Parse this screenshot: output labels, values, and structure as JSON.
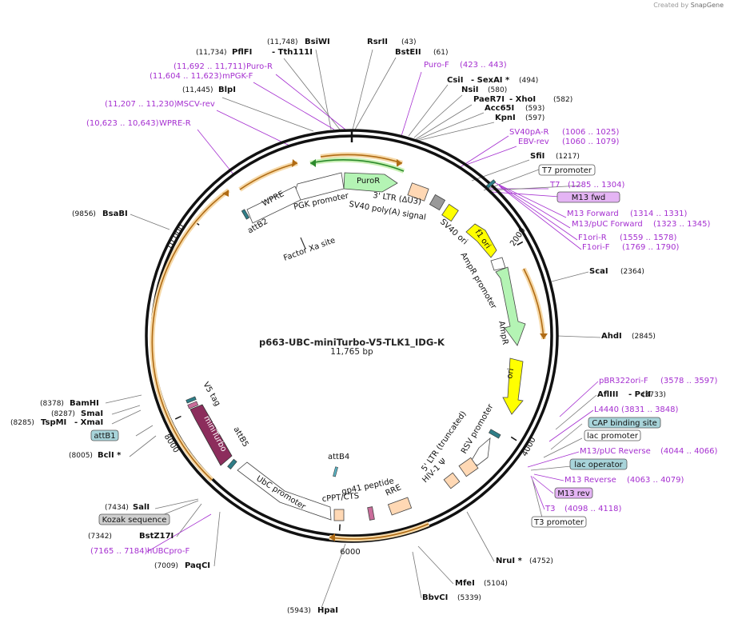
{
  "credit": {
    "prefix": "Created by",
    "brand": "SnapGene"
  },
  "plasmid": {
    "name": "p663-UBC-miniTurbo-V5-TLK1_IDG-K",
    "length": "11,765 bp"
  },
  "ruler_ticks": [
    "2000",
    "4000",
    "6000",
    "8000",
    "10,000"
  ],
  "colors": {
    "enzyme_leader": "#777777",
    "primer": "#a52fd0",
    "feature_green": "#b4f4b4",
    "feature_yellow": "#ffff00",
    "feature_peach": "#ffd8b4",
    "miniturbo": "#8c2d5c",
    "orf_arrow": "#e09b2d",
    "badge_blue": "#a8d4da",
    "badge_purple": "#e4b4f4"
  },
  "labels": [
    {
      "text": "(11,748)",
      "style": "pos"
    },
    {
      "text": "BsiWI",
      "style": "enz"
    },
    {
      "text": "RsrII",
      "style": "enz"
    },
    {
      "text": "(43)",
      "style": "pos"
    },
    {
      "text": "(11,734)",
      "style": "pos"
    },
    {
      "text": "PflFI",
      "style": "enz"
    },
    {
      "text": "- Tth111I",
      "style": "enz"
    },
    {
      "text": "BstEII",
      "style": "enz"
    },
    {
      "text": "(61)",
      "style": "pos"
    },
    {
      "text": "(11,692 .. 11,711)",
      "style": "prim"
    },
    {
      "text": "Puro-R",
      "style": "prim"
    },
    {
      "text": "(11,604 .. 11,623)",
      "style": "prim"
    },
    {
      "text": "mPGK-F",
      "style": "prim"
    },
    {
      "text": "Puro-F",
      "style": "prim"
    },
    {
      "text": "(423 .. 443)",
      "style": "prim"
    },
    {
      "text": "CsiI",
      "style": "enz"
    },
    {
      "text": "- SexAI *",
      "style": "enz"
    },
    {
      "text": "(494)",
      "style": "pos"
    },
    {
      "text": "(11,445)",
      "style": "pos"
    },
    {
      "text": "BlpI",
      "style": "enz"
    },
    {
      "text": "NsiI",
      "style": "enz"
    },
    {
      "text": "(580)",
      "style": "pos"
    },
    {
      "text": "PaeR7I",
      "style": "enz"
    },
    {
      "text": "- XhoI",
      "style": "enz"
    },
    {
      "text": "(582)",
      "style": "pos"
    },
    {
      "text": "(11,207 .. 11,230)",
      "style": "prim"
    },
    {
      "text": "MSCV-rev",
      "style": "prim"
    },
    {
      "text": "Acc65I",
      "style": "enz"
    },
    {
      "text": "(593)",
      "style": "pos"
    },
    {
      "text": "KpnI",
      "style": "enz"
    },
    {
      "text": "(597)",
      "style": "pos"
    },
    {
      "text": "(10,623 .. 10,643)",
      "style": "prim"
    },
    {
      "text": "WPRE-R",
      "style": "prim"
    },
    {
      "text": "SV40pA-R",
      "style": "prim"
    },
    {
      "text": "(1006 .. 1025)",
      "style": "prim"
    },
    {
      "text": "EBV-rev",
      "style": "prim"
    },
    {
      "text": "(1060 .. 1079)",
      "style": "prim"
    },
    {
      "text": "SfiI",
      "style": "enz"
    },
    {
      "text": "(1217)",
      "style": "pos"
    },
    {
      "text": "T7",
      "style": "prim"
    },
    {
      "text": "(1285 .. 1304)",
      "style": "prim"
    },
    {
      "text": "M13 Forward",
      "style": "prim"
    },
    {
      "text": "(1314 .. 1331)",
      "style": "prim"
    },
    {
      "text": "M13/pUC Forward",
      "style": "prim"
    },
    {
      "text": "(1323 .. 1345)",
      "style": "prim"
    },
    {
      "text": "(9856)",
      "style": "pos"
    },
    {
      "text": "BsaBI",
      "style": "enz"
    },
    {
      "text": "F1ori-R",
      "style": "prim"
    },
    {
      "text": "(1559 .. 1578)",
      "style": "prim"
    },
    {
      "text": "F1ori-F",
      "style": "prim"
    },
    {
      "text": "(1769 .. 1790)",
      "style": "prim"
    },
    {
      "text": "ScaI",
      "style": "enz"
    },
    {
      "text": "(2364)",
      "style": "pos"
    },
    {
      "text": "AhdI",
      "style": "enz"
    },
    {
      "text": "(2845)",
      "style": "pos"
    },
    {
      "text": "pBR322ori-F",
      "style": "prim"
    },
    {
      "text": "(3578 .. 3597)",
      "style": "prim"
    },
    {
      "text": "AflIII",
      "style": "enz"
    },
    {
      "text": "- PciI",
      "style": "enz"
    },
    {
      "text": "(3733)",
      "style": "pos"
    },
    {
      "text": "L4440",
      "style": "prim"
    },
    {
      "text": "(3831 .. 3848)",
      "style": "prim"
    },
    {
      "text": "(8378)",
      "style": "pos"
    },
    {
      "text": "BamHI",
      "style": "enz"
    },
    {
      "text": "(8287)",
      "style": "pos"
    },
    {
      "text": "SmaI",
      "style": "enz"
    },
    {
      "text": "(8285)",
      "style": "pos"
    },
    {
      "text": "TspMI",
      "style": "enz"
    },
    {
      "text": "- XmaI",
      "style": "enz"
    },
    {
      "text": "M13/pUC Reverse",
      "style": "prim"
    },
    {
      "text": "(4044 .. 4066)",
      "style": "prim"
    },
    {
      "text": "(8005)",
      "style": "pos"
    },
    {
      "text": "BclI *",
      "style": "enz"
    },
    {
      "text": "M13 Reverse",
      "style": "prim"
    },
    {
      "text": "(4063 .. 4079)",
      "style": "prim"
    },
    {
      "text": "T3",
      "style": "prim"
    },
    {
      "text": "(4098 .. 4118)",
      "style": "prim"
    },
    {
      "text": "(7434)",
      "style": "pos"
    },
    {
      "text": "SalI",
      "style": "enz"
    },
    {
      "text": "(7342)",
      "style": "pos"
    },
    {
      "text": "BstZ17I",
      "style": "enz"
    },
    {
      "text": "NruI *",
      "style": "enz"
    },
    {
      "text": "(4752)",
      "style": "pos"
    },
    {
      "text": "(7165 .. 7184)",
      "style": "prim"
    },
    {
      "text": "hUBCpro-F",
      "style": "prim"
    },
    {
      "text": "(7009)",
      "style": "pos"
    },
    {
      "text": "PaqCI",
      "style": "enz"
    },
    {
      "text": "MfeI",
      "style": "enz"
    },
    {
      "text": "(5104)",
      "style": "pos"
    },
    {
      "text": "BbvCI",
      "style": "enz"
    },
    {
      "text": "(5339)",
      "style": "pos"
    },
    {
      "text": "(5943)",
      "style": "pos"
    },
    {
      "text": "HpaI",
      "style": "enz"
    }
  ],
  "badges": [
    {
      "text": "T7 promoter",
      "style": "white"
    },
    {
      "text": "M13 fwd",
      "style": "purple"
    },
    {
      "text": "CAP binding site",
      "style": "blue"
    },
    {
      "text": "lac promoter",
      "style": "white"
    },
    {
      "text": "lac operator",
      "style": "blue"
    },
    {
      "text": "M13 rev",
      "style": "purple"
    },
    {
      "text": "T3 promoter",
      "style": "white"
    },
    {
      "text": "attB1",
      "style": "blue"
    },
    {
      "text": "Kozak sequence",
      "style": "gray"
    }
  ],
  "feature_labels": [
    "PuroR",
    "3' LTR (ΔU3)",
    "SV40 poly(A) signal",
    "PGK promoter",
    "WPRE",
    "attB2",
    "Factor Xa site",
    "SV40 ori",
    "f1 ori",
    "AmpR promoter",
    "AmpR",
    "ori",
    "RSV promoter",
    "5' LTR (truncated)",
    "HIV-1 Ψ",
    "attB4",
    "gp41 peptide",
    "RRE",
    "cPPT/CTS",
    "UbC promoter",
    "attB5",
    "miniTurbo",
    "V5 tag"
  ]
}
